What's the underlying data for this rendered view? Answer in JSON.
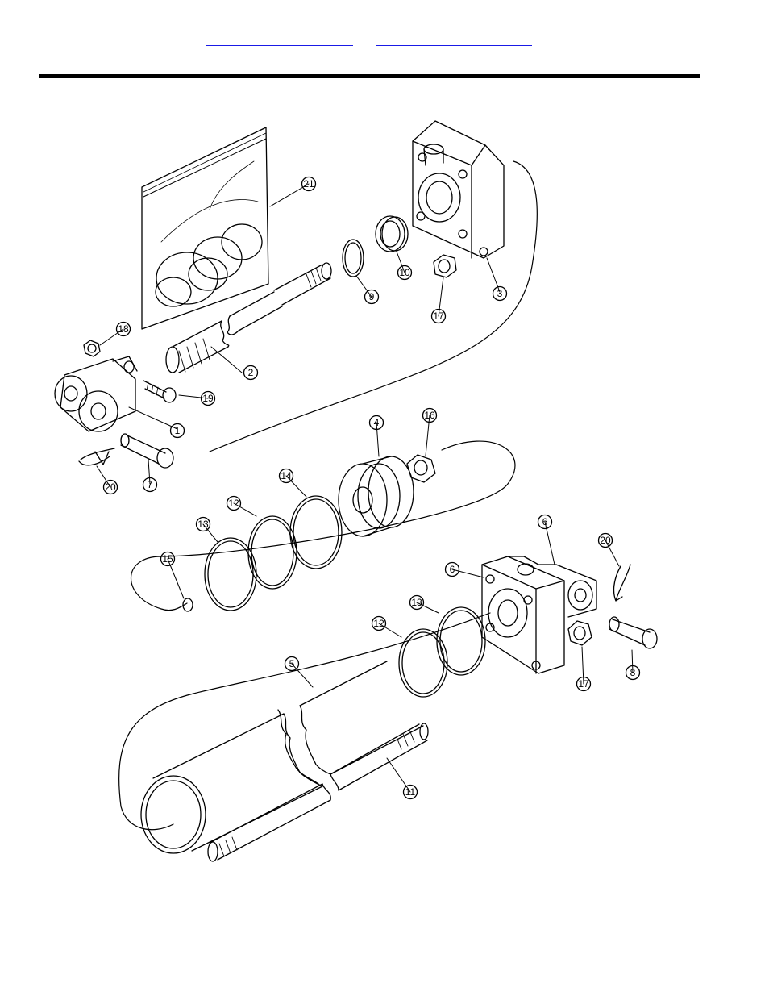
{
  "header": {
    "links": [
      {
        "label": ""
      },
      {
        "label": ""
      }
    ]
  },
  "diagram": {
    "callouts": [
      "1",
      "2",
      "3",
      "4",
      "5",
      "6",
      "6",
      "7",
      "8",
      "9",
      "10",
      "11",
      "12",
      "12",
      "13",
      "13",
      "14",
      "15",
      "16",
      "17",
      "17",
      "18",
      "19",
      "20",
      "20",
      "21"
    ]
  },
  "colors": {
    "line": "#000000",
    "link": "#1a1ae6"
  }
}
